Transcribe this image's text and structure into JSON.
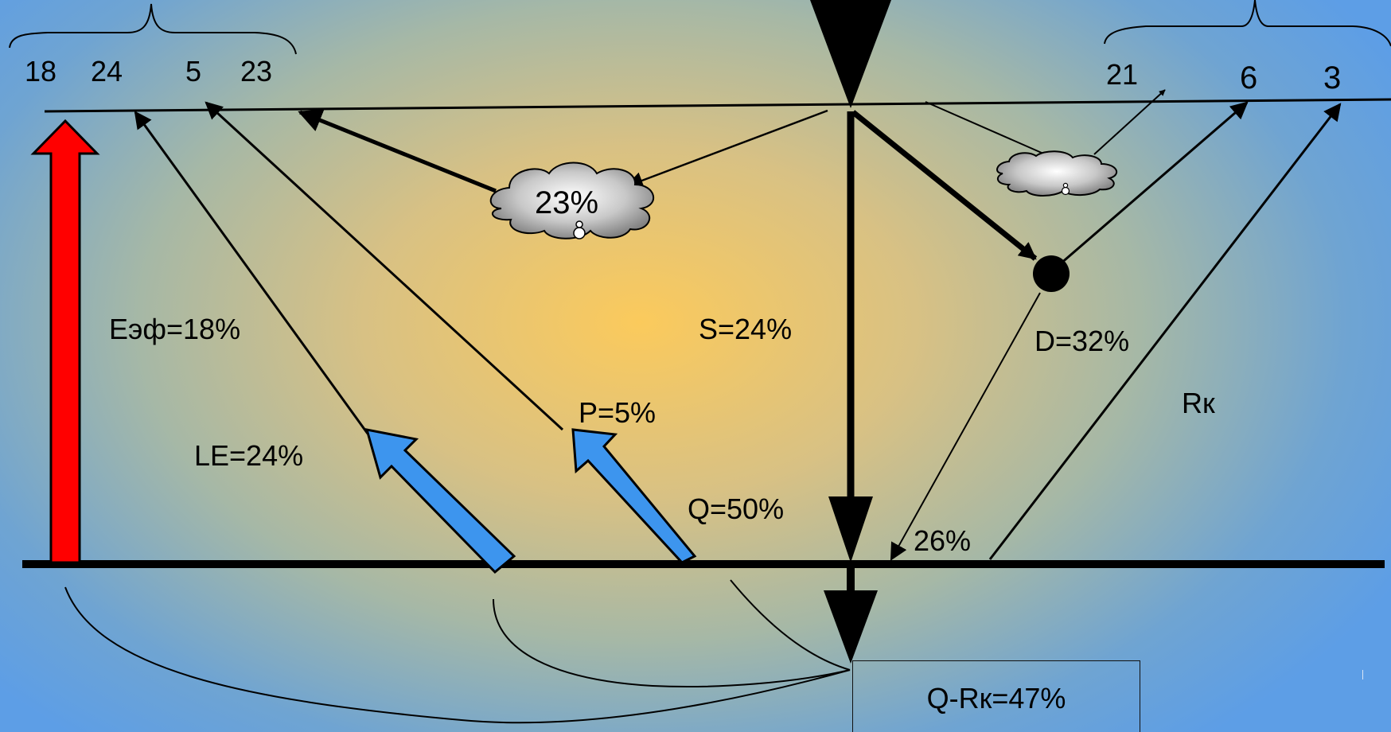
{
  "labels": {
    "top_left": [
      "18",
      "24",
      "5",
      "23"
    ],
    "top_right": [
      "21",
      "6",
      "3"
    ],
    "cloud_left": "23%",
    "effective_radiation": "Eэф=18%",
    "latent_heat": "LE=24%",
    "turbulent": "P=5%",
    "direct": "S=24%",
    "diffuse": "D=32%",
    "reflected": "Rк",
    "total": "Q=50%",
    "surface_reflected": "26%",
    "absorbed": "Q-Rк=47%"
  },
  "colors": {
    "red_arrow": "#ff0000",
    "blue_arrow": "#3d95ee",
    "ink": "#000000",
    "bg_center": "#fbca5c",
    "bg_edge": "#5d9ee6"
  },
  "icons": [
    "cloud-icon",
    "cloud-icon",
    "sun-droplet-icon"
  ]
}
